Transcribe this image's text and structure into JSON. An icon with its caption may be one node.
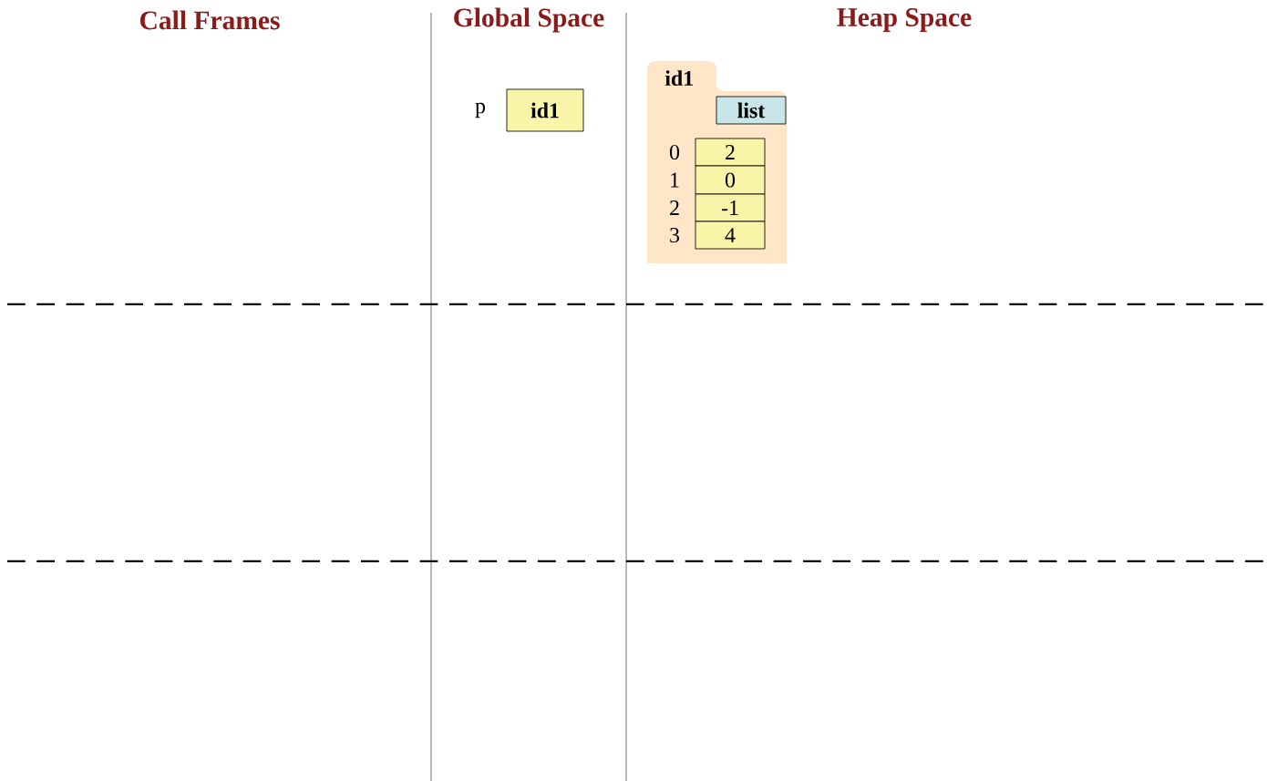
{
  "diagram": {
    "nodes": [
      {
        "text": [
          "id1"
        ],
        "beside": [
          "p"
        ]
      },
      {
        "text": [
          "id1"
        ]
      },
      {
        "text": [
          "list"
        ],
        "in": 1
      },
      {
        "text": [
          "2"
        ],
        "beside": [
          "0"
        ],
        "in": 1
      },
      {
        "text": [
          "0"
        ],
        "beside": [
          "1"
        ],
        "in": 1
      },
      {
        "text": [
          "-1"
        ],
        "beside": [
          "2"
        ],
        "in": 1
      },
      {
        "text": [
          "4"
        ],
        "beside": [
          "3"
        ],
        "in": 1
      }
    ],
    "labels": [
      "Call Frames",
      "Global Space",
      "Heap Space"
    ]
  }
}
